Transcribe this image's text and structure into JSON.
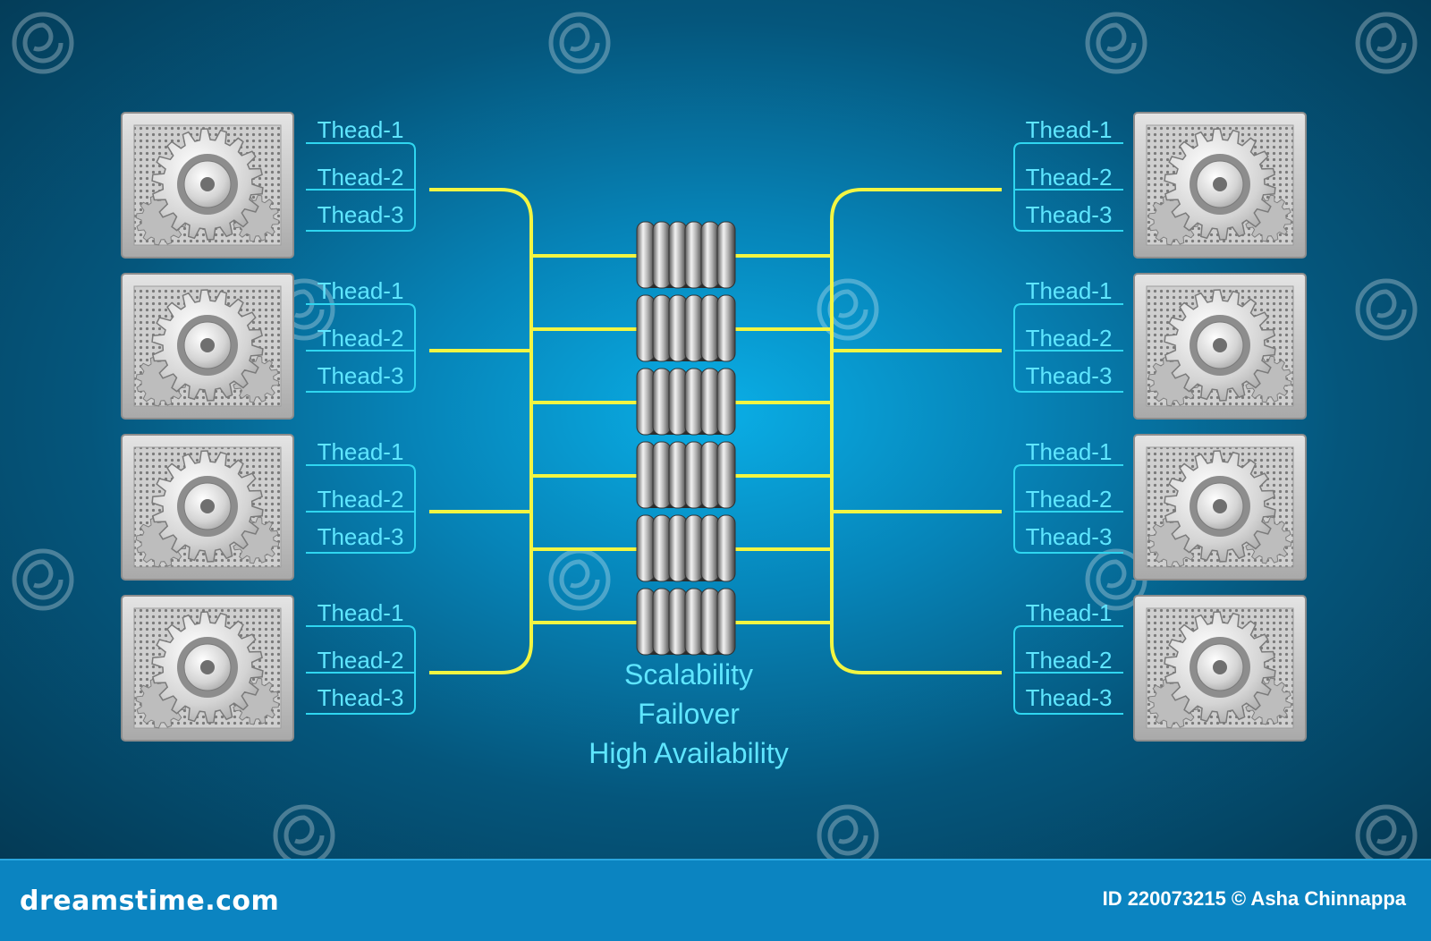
{
  "diagram": {
    "left_servers": [
      {
        "threads": [
          "Thead-1",
          "Thead-2",
          "Thead-3"
        ]
      },
      {
        "threads": [
          "Thead-1",
          "Thead-2",
          "Thead-3"
        ]
      },
      {
        "threads": [
          "Thead-1",
          "Thead-2",
          "Thead-3"
        ]
      },
      {
        "threads": [
          "Thead-1",
          "Thead-2",
          "Thead-3"
        ]
      }
    ],
    "right_servers": [
      {
        "threads": [
          "Thead-1",
          "Thead-2",
          "Thead-3"
        ]
      },
      {
        "threads": [
          "Thead-1",
          "Thead-2",
          "Thead-3"
        ]
      },
      {
        "threads": [
          "Thead-1",
          "Thead-2",
          "Thead-3"
        ]
      },
      {
        "threads": [
          "Thead-1",
          "Thead-2",
          "Thead-3"
        ]
      }
    ],
    "database_stack_count": 6,
    "captions": [
      "Scalability",
      "Failover",
      "High Availability"
    ],
    "colors": {
      "connector": "#f2f542",
      "thread_outline": "#2fd6f0",
      "thread_text": "#5fe6ff"
    }
  },
  "watermark": {
    "brand": "dreamstime.com",
    "credit": "ID 220073215 © Asha Chinnappa"
  }
}
